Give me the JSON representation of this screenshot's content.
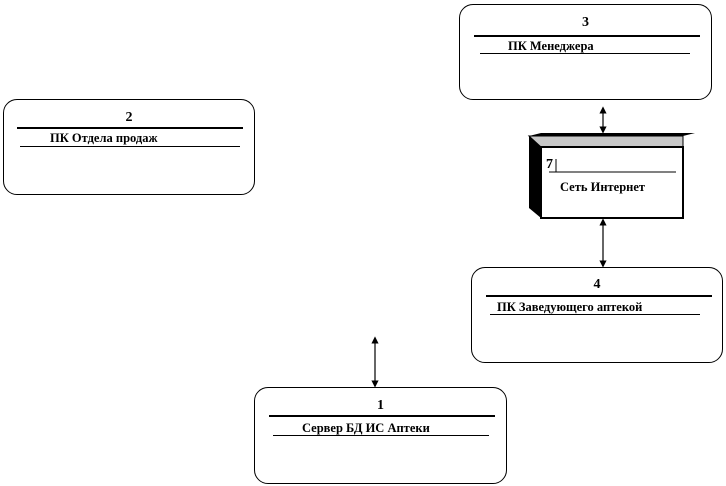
{
  "nodes": {
    "n1": {
      "num": "1",
      "label": "Сервер БД ИС Аптеки"
    },
    "n2": {
      "num": "2",
      "label": "ПК Отдела продаж"
    },
    "n3": {
      "num": "3",
      "label": "ПК Менеджера"
    },
    "n4": {
      "num": "4",
      "label": "ПК Заведующего  аптекой"
    },
    "n7": {
      "num": "7",
      "label": "Сеть Интернет"
    }
  },
  "colors": {
    "line": "#000000",
    "box_top": "#c8c8c8",
    "box_side": "#000000"
  }
}
